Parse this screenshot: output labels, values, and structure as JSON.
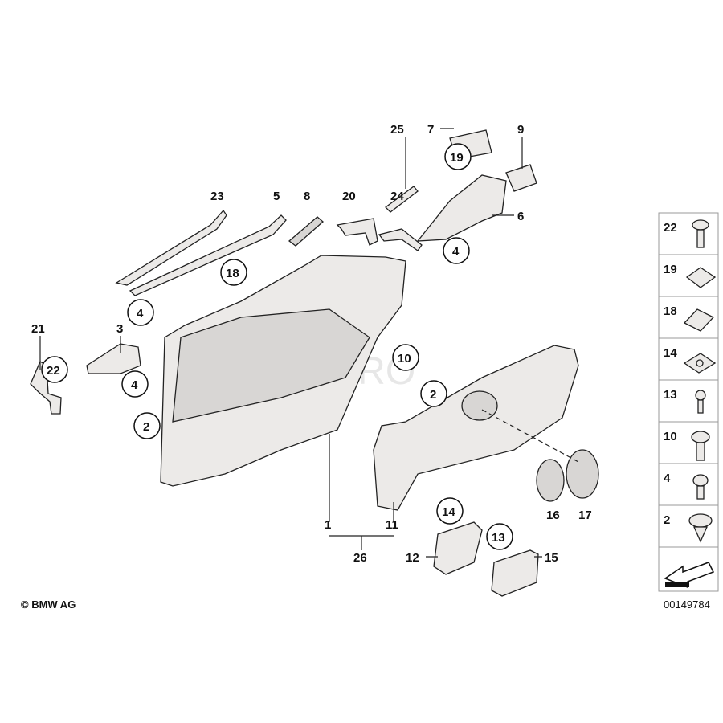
{
  "diagram": {
    "plain_labels": [
      "25",
      "7",
      "9",
      "23",
      "5",
      "8",
      "20",
      "24",
      "6",
      "21",
      "3",
      "1",
      "11",
      "26",
      "12",
      "15",
      "16",
      "17"
    ],
    "circled_labels": [
      "19",
      "4",
      "18",
      "4",
      "10",
      "22",
      "4",
      "2",
      "2",
      "14",
      "13"
    ],
    "legend": {
      "items": [
        "22",
        "19",
        "18",
        "14",
        "13",
        "10",
        "4",
        "2"
      ],
      "code": "00149784"
    },
    "copyright": "© BMW AG",
    "watermark": "FCP EURO"
  }
}
